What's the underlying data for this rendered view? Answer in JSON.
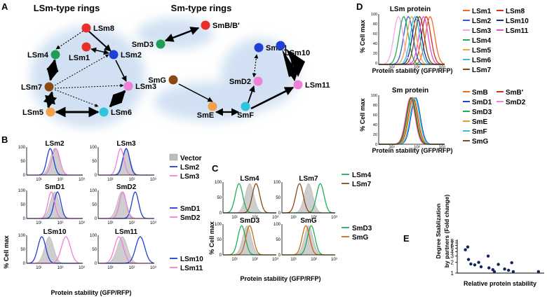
{
  "panels": {
    "A": {
      "letter": "A",
      "lsm_title": "LSm-type rings",
      "sm_title": "Sm-type rings",
      "lsm_nodes": [
        {
          "label": "LSm8",
          "color": "#e8302a"
        },
        {
          "label": "LSm1",
          "color": "#e8302a"
        },
        {
          "label": "LSm2",
          "color": "#1f3fd6"
        },
        {
          "label": "LSm4",
          "color": "#1e9e55"
        },
        {
          "label": "LSm7",
          "color": "#8b4a14"
        },
        {
          "label": "LSm3",
          "color": "#f07fd7"
        },
        {
          "label": "LSm5",
          "color": "#f5a04a"
        },
        {
          "label": "LSm6",
          "color": "#2ec5dc"
        }
      ],
      "sm_nodes": [
        {
          "label": "SmB/B′",
          "color": "#e8302a"
        },
        {
          "label": "SmD3",
          "color": "#1e9e55"
        },
        {
          "label": "SmD1",
          "color": "#1f3fd6"
        },
        {
          "label": "LSm10",
          "color": "#1f3fd6"
        },
        {
          "label": "SmG",
          "color": "#8b4a14"
        },
        {
          "label": "SmD2",
          "color": "#f07fd7"
        },
        {
          "label": "LSm11",
          "color": "#f07fd7"
        },
        {
          "label": "SmE",
          "color": "#f5a04a"
        },
        {
          "label": "SmF",
          "color": "#2ec5dc"
        }
      ]
    },
    "B": {
      "letter": "B",
      "ylabel": "% Cell max",
      "xlabel": "Protein stability (GFP/RFP)",
      "plots": [
        "LSm2",
        "LSm3",
        "SmD1",
        "SmD2",
        "LSm10",
        "LSm11"
      ],
      "legend1": [
        {
          "label": "Vector",
          "color": "#bdbdbd"
        },
        {
          "label": "LSm2",
          "color": "#1f3fd6"
        },
        {
          "label": "LSm3",
          "color": "#f07fd7"
        }
      ],
      "legend2": [
        {
          "label": "SmD1",
          "color": "#1f3fd6"
        },
        {
          "label": "SmD2",
          "color": "#f07fd7"
        }
      ],
      "legend3": [
        {
          "label": "LSm10",
          "color": "#1f3fd6"
        },
        {
          "label": "LSm11",
          "color": "#f07fd7"
        }
      ],
      "yticks": [
        "100",
        "50",
        "0"
      ],
      "xticks": [
        "10¹",
        "10²",
        "10³"
      ]
    },
    "C": {
      "letter": "C",
      "ylabel": "% Cell max",
      "xlabel": "Protein stability (GFP/RFP)",
      "plots": [
        "LSm4",
        "LSm7",
        "SmD3",
        "SmG"
      ],
      "legend1": [
        {
          "label": "LSm4",
          "color": "#1eaf5a"
        },
        {
          "label": "LSm7",
          "color": "#8b4a14"
        }
      ],
      "legend2": [
        {
          "label": "SmD3",
          "color": "#1eaf5a"
        },
        {
          "label": "SmG",
          "color": "#c86a14"
        }
      ]
    },
    "D": {
      "letter": "D",
      "top_title": "LSm protein",
      "bottom_title": "Sm protein",
      "ylabel": "% Cell max",
      "xlabel": "Protein stability (GFP/RFP)",
      "top_legend": [
        {
          "label": "LSm1",
          "color": "#f26b1d"
        },
        {
          "label": "LSm8",
          "color": "#d7301f"
        },
        {
          "label": "LSm2",
          "color": "#2a5fd6"
        },
        {
          "label": "LSm10",
          "color": "#1a2f8a"
        },
        {
          "label": "LSm3",
          "color": "#f3a6e6"
        },
        {
          "label": "LSm11",
          "color": "#e64fd0"
        },
        {
          "label": "LSm4",
          "color": "#1eaf5a"
        },
        {
          "label": "LSm5",
          "color": "#f5a04a"
        },
        {
          "label": "LSm6",
          "color": "#2ec5dc"
        },
        {
          "label": "LSm7",
          "color": "#8b4a14"
        }
      ],
      "bottom_legend": [
        {
          "label": "SmB",
          "color": "#f26b1d"
        },
        {
          "label": "SmB′",
          "color": "#d7301f"
        },
        {
          "label": "SmD1",
          "color": "#1f3fd6"
        },
        {
          "label": "SmD2",
          "color": "#f07fd7"
        },
        {
          "label": "SmD3",
          "color": "#1eaf5a"
        },
        {
          "label": "SmE",
          "color": "#e0a030"
        },
        {
          "label": "SmF",
          "color": "#2ec5dc"
        },
        {
          "label": "SmG",
          "color": "#8b4a14"
        }
      ],
      "yticks": [
        "100",
        "80",
        "60",
        "40",
        "20",
        "0"
      ],
      "xticks": [
        "10¹",
        "10²",
        "10³"
      ]
    },
    "E": {
      "letter": "E",
      "ylabel_line1": "Degree Stablization",
      "ylabel_line2": "by partners (Fold change)",
      "xlabel": "Relative protein stability",
      "yticks": [
        "8",
        "7",
        "6",
        "5",
        "4",
        "3",
        "2",
        "1"
      ]
    }
  },
  "chart_data": [
    {
      "type": "scatter",
      "xlabel": "Relative protein stability",
      "ylabel": "Degree Stablization by partners (Fold change)",
      "y_scale": "log",
      "ylim": [
        1,
        8
      ],
      "points": [
        {
          "x": 0.05,
          "y": 4.5
        },
        {
          "x": 0.08,
          "y": 5.4
        },
        {
          "x": 0.09,
          "y": 2.4
        },
        {
          "x": 0.12,
          "y": 1.8
        },
        {
          "x": 0.17,
          "y": 1.7
        },
        {
          "x": 0.22,
          "y": 2.0
        },
        {
          "x": 0.25,
          "y": 1.5
        },
        {
          "x": 0.34,
          "y": 3.0
        },
        {
          "x": 0.35,
          "y": 1.4
        },
        {
          "x": 0.4,
          "y": 1.25
        },
        {
          "x": 0.42,
          "y": 1.1
        },
        {
          "x": 0.47,
          "y": 1.75
        },
        {
          "x": 0.55,
          "y": 1.3
        },
        {
          "x": 0.6,
          "y": 1.2
        },
        {
          "x": 0.64,
          "y": 1.95
        },
        {
          "x": 0.66,
          "y": 1.1
        },
        {
          "x": 0.98,
          "y": 1.1
        }
      ]
    }
  ]
}
